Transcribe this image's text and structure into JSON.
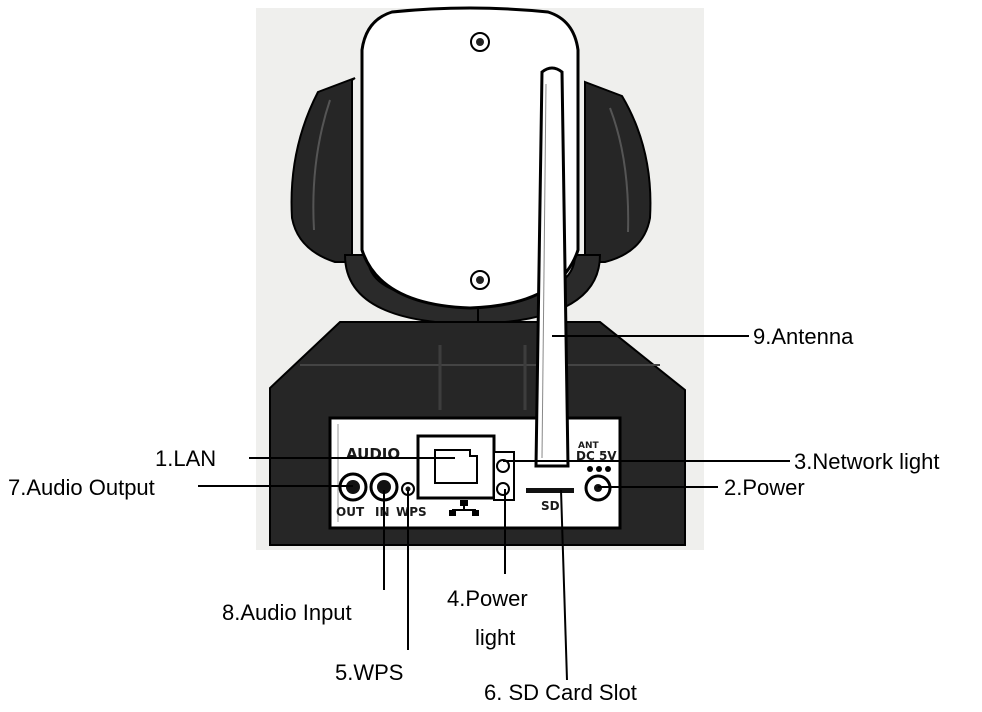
{
  "device_labels": {
    "audio": "AUDIO",
    "out": "OUT",
    "in": "IN",
    "wps": "WPS",
    "sd": "SD",
    "ant": "ANT",
    "dc": "DC 5V"
  },
  "callouts": {
    "lan": "1.LAN",
    "power": "2.Power",
    "network_light": "3.Network light",
    "power_light_line1": "4.Power",
    "power_light_line2": "light",
    "wps": "5.WPS",
    "sd_card_slot": "6. SD Card Slot",
    "audio_output": "7.Audio Output",
    "audio_input": "8.Audio Input",
    "antenna": "9.Antenna"
  }
}
